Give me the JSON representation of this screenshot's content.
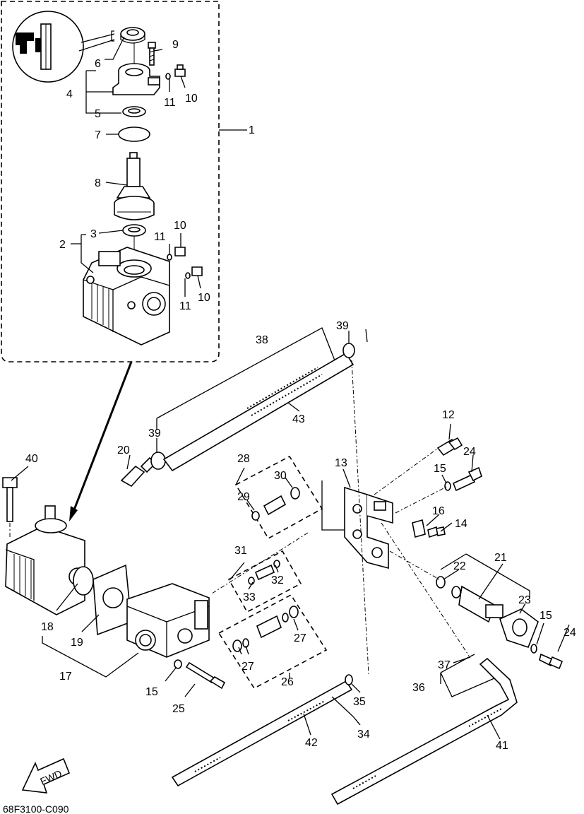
{
  "diagram": {
    "drawing_code": "68F3100-C090",
    "direction_arrow": "FWD",
    "callouts": {
      "c1": "1",
      "c2": "2",
      "c3": "3",
      "c4": "4",
      "c5": "5",
      "c6": "6",
      "c7": "7",
      "c8": "8",
      "c9": "9",
      "c10a": "10",
      "c10b": "10",
      "c10c": "10",
      "c11a": "11",
      "c11b": "11",
      "c11c": "11",
      "c12": "12",
      "c13": "13",
      "c14": "14",
      "c15a": "15",
      "c15b": "15",
      "c15c": "15",
      "c16": "16",
      "c17": "17",
      "c18": "18",
      "c19": "19",
      "c20": "20",
      "c21": "21",
      "c22": "22",
      "c23": "23",
      "c24a": "24",
      "c24b": "24",
      "c25": "25",
      "c26": "26",
      "c27a": "27",
      "c27b": "27",
      "c28": "28",
      "c29": "29",
      "c30": "30",
      "c31": "31",
      "c32": "32",
      "c33": "33",
      "c34": "34",
      "c35": "35",
      "c36": "36",
      "c37": "37",
      "c38": "38",
      "c39a": "39",
      "c39b": "39",
      "c40": "40",
      "c41": "41",
      "c42": "42",
      "c43": "43"
    }
  }
}
